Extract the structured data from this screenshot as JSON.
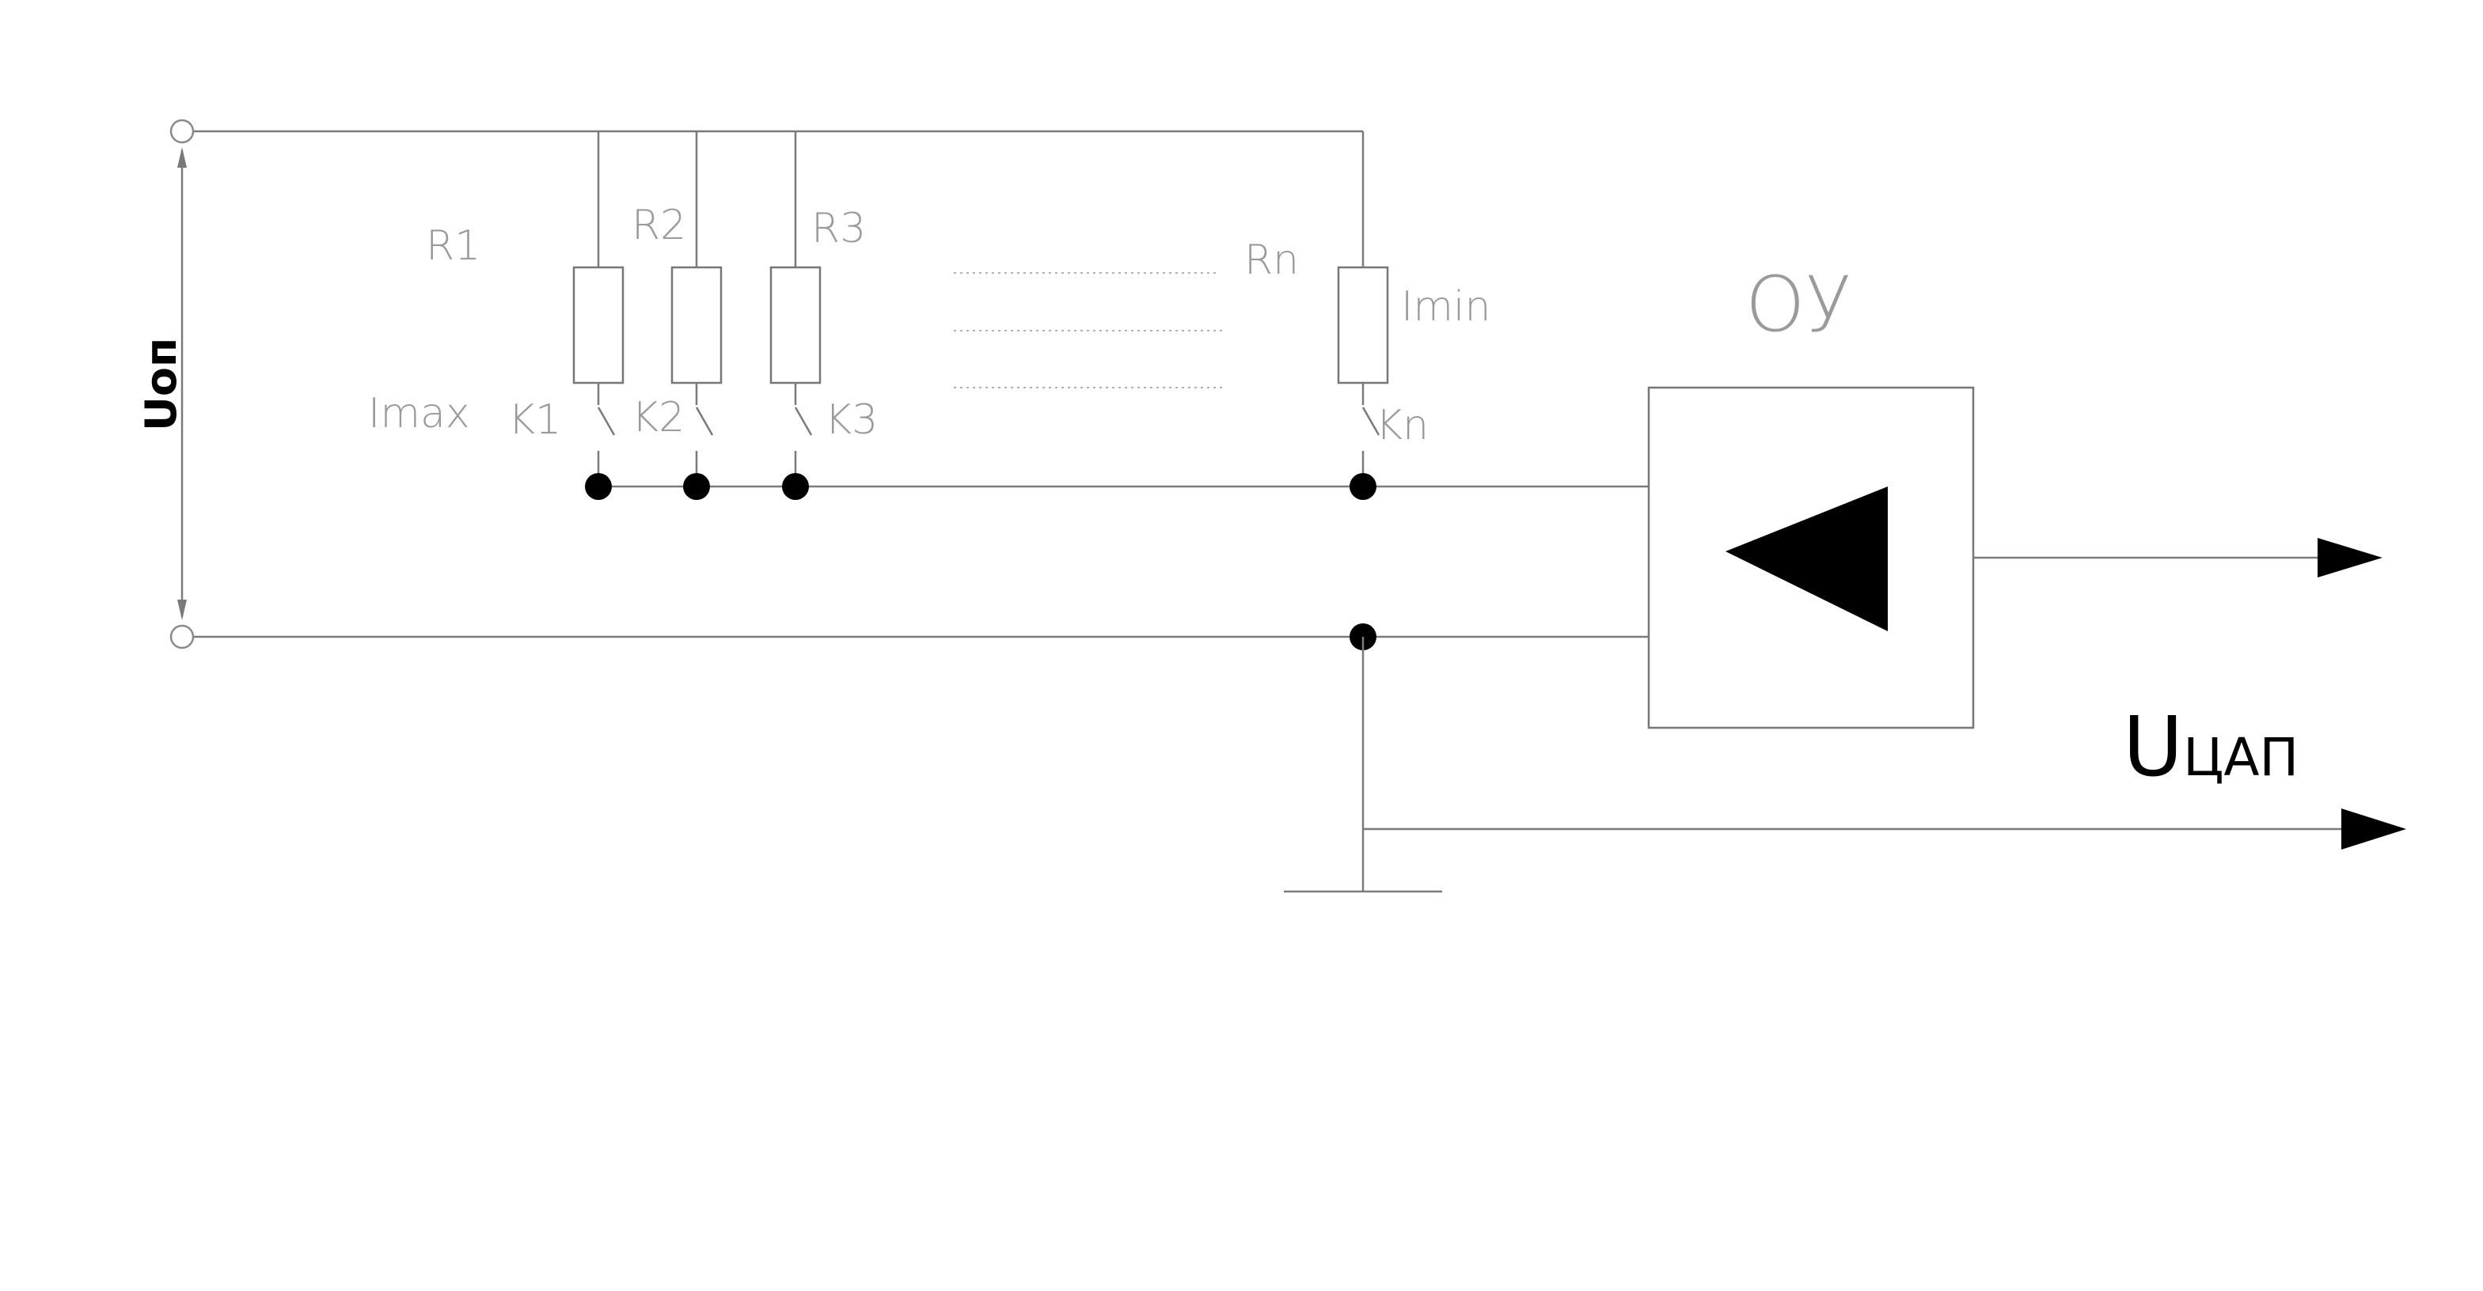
{
  "diagram": {
    "resistors": [
      {
        "label": "R1",
        "switch": "K1"
      },
      {
        "label": "R2",
        "switch": "K2"
      },
      {
        "label": "R3",
        "switch": "K3"
      },
      {
        "label": "Rn",
        "switch": "Kn"
      }
    ],
    "current_max_label": "Imax",
    "current_min_label": "Imin",
    "opamp_label": "ОУ",
    "reference_voltage_label": "Uоп",
    "output_voltage": {
      "main": "U",
      "subscript": "ЦАП"
    }
  }
}
